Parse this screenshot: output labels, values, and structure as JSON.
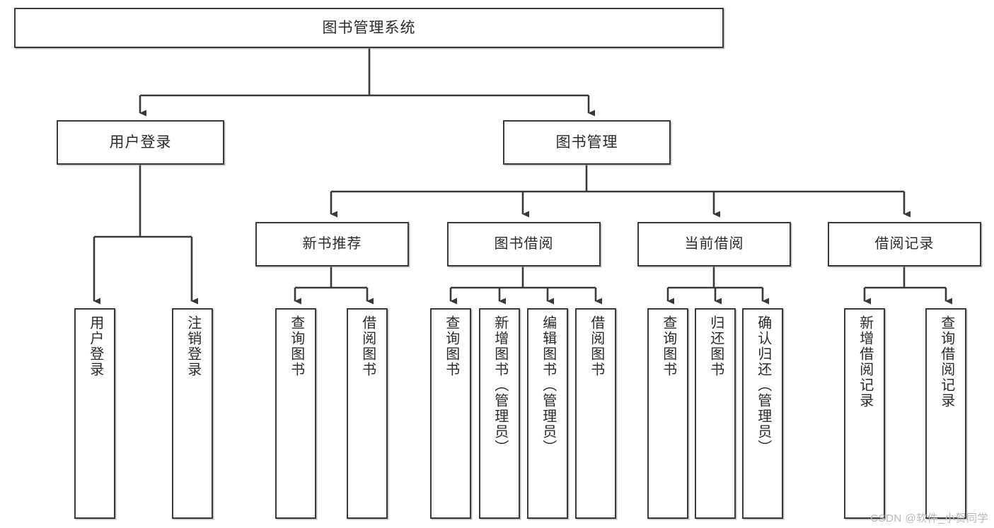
{
  "diagram": {
    "title": "图书管理系统",
    "type": "hierarchy-tree",
    "root": {
      "id": "root",
      "label": "图书管理系统"
    },
    "level2": [
      {
        "id": "user-login",
        "label": "用户登录"
      },
      {
        "id": "book-manage",
        "label": "图书管理"
      }
    ],
    "level3": [
      {
        "id": "new-book-rec",
        "label": "新书推荐",
        "parent": "book-manage"
      },
      {
        "id": "book-borrow",
        "label": "图书借阅",
        "parent": "book-manage"
      },
      {
        "id": "current-borrow",
        "label": "当前借阅",
        "parent": "book-manage"
      },
      {
        "id": "borrow-record",
        "label": "借阅记录",
        "parent": "book-manage"
      }
    ],
    "leaves": [
      {
        "id": "leaf-user-login",
        "label": "用户登录",
        "parent": "user-login"
      },
      {
        "id": "leaf-logout",
        "label": "注销登录",
        "parent": "user-login"
      },
      {
        "id": "leaf-query-book-1",
        "label": "查询图书",
        "parent": "new-book-rec"
      },
      {
        "id": "leaf-borrow-book-1",
        "label": "借阅图书",
        "parent": "new-book-rec"
      },
      {
        "id": "leaf-query-book-2",
        "label": "查询图书",
        "parent": "book-borrow"
      },
      {
        "id": "leaf-add-book",
        "label": "新增图书（管理员）",
        "parent": "book-borrow"
      },
      {
        "id": "leaf-edit-book",
        "label": "编辑图书（管理员）",
        "parent": "book-borrow"
      },
      {
        "id": "leaf-borrow-book-2",
        "label": "借阅图书",
        "parent": "book-borrow"
      },
      {
        "id": "leaf-query-book-3",
        "label": "查询图书",
        "parent": "current-borrow"
      },
      {
        "id": "leaf-return-book",
        "label": "归还图书",
        "parent": "current-borrow"
      },
      {
        "id": "leaf-confirm-return",
        "label": "确认归还（管理员）",
        "parent": "current-borrow"
      },
      {
        "id": "leaf-add-record",
        "label": "新增借阅记录",
        "parent": "borrow-record"
      },
      {
        "id": "leaf-query-record",
        "label": "查询借阅记录",
        "parent": "borrow-record"
      }
    ],
    "colors": {
      "stroke": "#3a3a3a",
      "fill": "#ffffff",
      "text": "#2b2b2b",
      "watermark": "#b9b9b9"
    }
  },
  "watermark": {
    "text": "CSDN @软件_小贺同学"
  }
}
